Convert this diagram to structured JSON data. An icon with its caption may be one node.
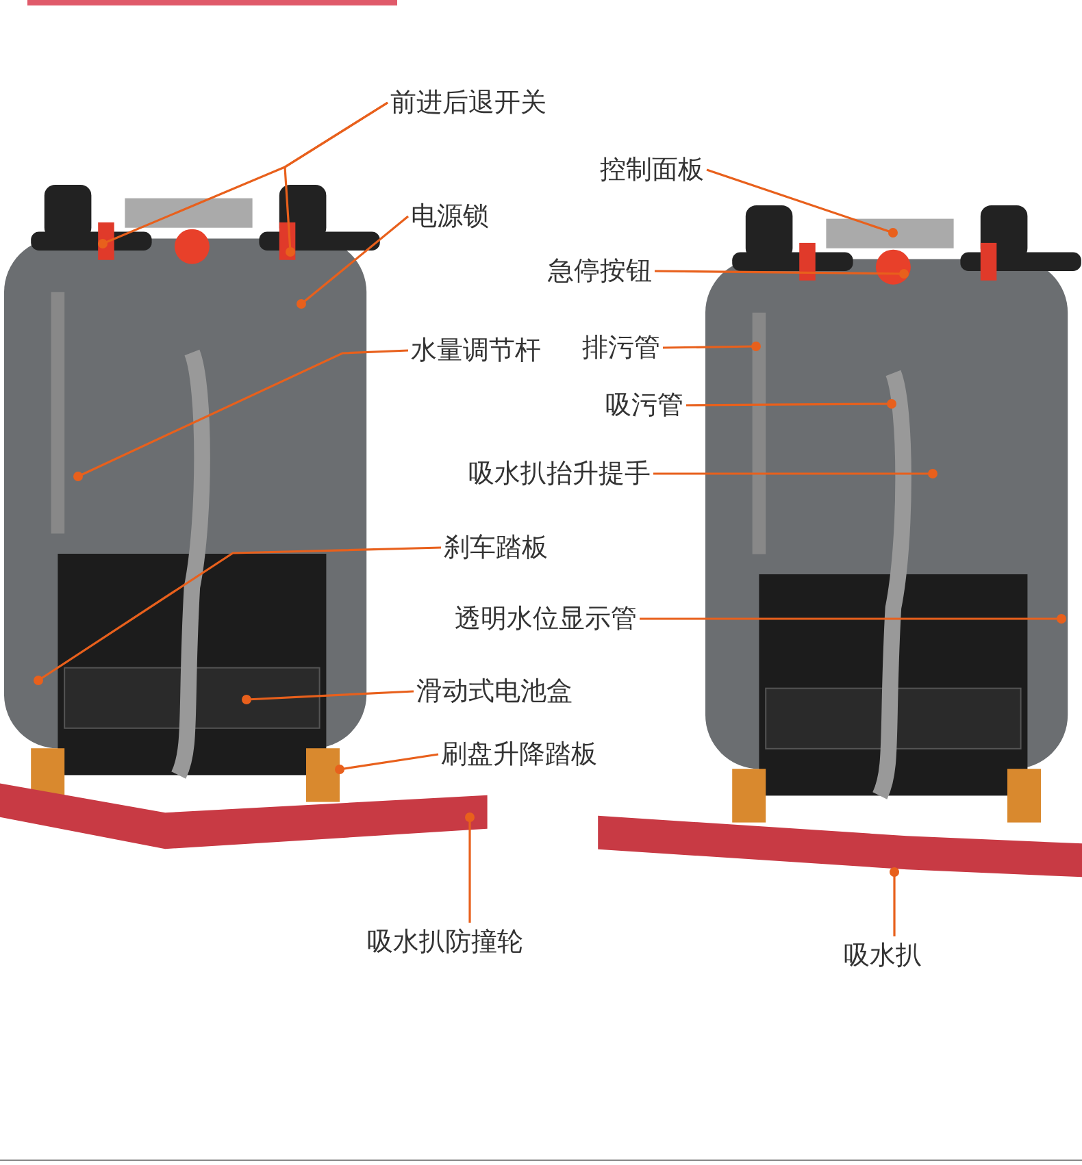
{
  "diagram": {
    "nodes": [
      {
        "text": [
          "前进后退开关"
        ]
      },
      {
        "text": [
          "控制面板"
        ]
      },
      {
        "text": [
          "电源锁"
        ]
      },
      {
        "text": [
          "急停按钮"
        ]
      },
      {
        "text": [
          "水量调节杆"
        ]
      },
      {
        "text": [
          "排污管"
        ]
      },
      {
        "text": [
          "吸污管"
        ]
      },
      {
        "text": [
          "吸水扒抬升提手"
        ]
      },
      {
        "text": [
          "刹车踏板"
        ]
      },
      {
        "text": [
          "透明水位显示管"
        ]
      },
      {
        "text": [
          "滑动式电池盒"
        ]
      },
      {
        "text": [
          "刷盘升降踏板"
        ]
      },
      {
        "text": [
          "吸水扒防撞轮"
        ]
      },
      {
        "text": [
          "吸水扒"
        ]
      }
    ],
    "edges": [
      {
        "from": 0,
        "to": null,
        "arrow": "other"
      },
      {
        "from": 0,
        "to": null,
        "arrow": "other"
      },
      {
        "from": 1,
        "to": null,
        "arrow": "other"
      },
      {
        "from": 2,
        "to": null,
        "arrow": "other"
      },
      {
        "from": 3,
        "to": null,
        "arrow": "other"
      },
      {
        "from": 4,
        "to": null,
        "arrow": "other"
      },
      {
        "from": 5,
        "to": null,
        "arrow": "other"
      },
      {
        "from": 6,
        "to": null,
        "arrow": "other"
      },
      {
        "from": 7,
        "to": null,
        "arrow": "other"
      },
      {
        "from": 8,
        "to": null,
        "arrow": "other"
      },
      {
        "from": 9,
        "to": null,
        "arrow": "other"
      },
      {
        "from": 10,
        "to": null,
        "arrow": "other"
      },
      {
        "from": 11,
        "to": null,
        "arrow": "other"
      },
      {
        "from": 12,
        "to": null,
        "arrow": "other"
      },
      {
        "from": 13,
        "to": null,
        "arrow": "other"
      }
    ]
  }
}
